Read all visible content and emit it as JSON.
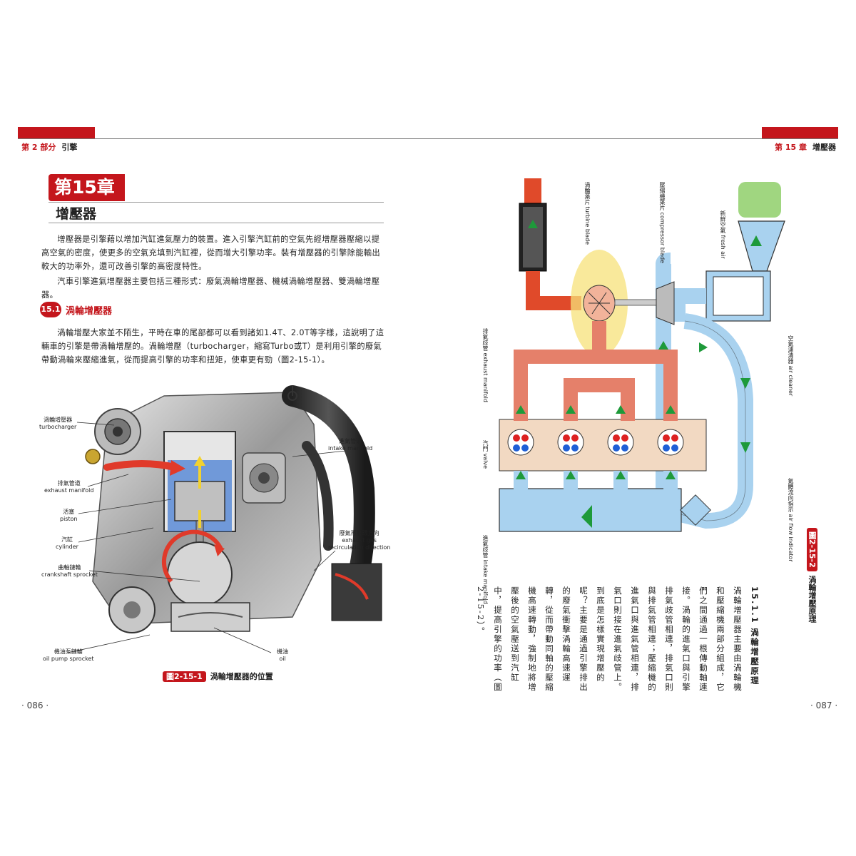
{
  "header": {
    "left_part": "第 2 部分",
    "left_title": "引擎",
    "right_chapter": "第 15 章",
    "right_title": "增壓器"
  },
  "chapter": {
    "number": "第15章",
    "title": "增壓器"
  },
  "intro": {
    "p1": "增壓器是引擎藉以增加汽缸進氣壓力的裝置。進入引擎汽缸前的空氣先經增壓器壓縮以提高空氣的密度，使更多的空氣充填到汽缸裡，從而增大引擎功率。裝有增壓器的引擎除能輸出較大的功率外，還可改善引擎的高密度特性。",
    "p2": "汽車引擎進氣增壓器主要包括三種形式：廢氣渦輪增壓器、機械渦輪增壓器、雙渦輪增壓器。"
  },
  "section": {
    "number": "15.1",
    "title": "渦輪增壓器",
    "text": "渦輪增壓大家並不陌生，平時在車的尾部都可以看到諸如1.4T、2.0T等字樣，這說明了這輛車的引擎是帶渦輪增壓的。渦輪增壓（turbocharger，縮寫Turbo或T）是利用引擎的廢氣帶動渦輪來壓縮進氣，從而提高引擎的功率和扭矩，使車更有勁（圖2-15-1）。"
  },
  "figure1": {
    "tag": "圖2-15-1",
    "caption": "渦輪增壓器的位置",
    "labels": {
      "turbo_zh": "渦輪增壓器",
      "turbo_en": "turbocharger",
      "intake_zh": "進氣管道",
      "intake_en": "intake manifold",
      "exhaust_zh": "排氣管道",
      "exhaust_en": "exhaust manifold",
      "piston_zh": "活塞",
      "piston_en": "piston",
      "cylinder_zh": "汽缸",
      "cylinder_en": "cylinder",
      "exhdir_zh": "廢氣再循環方向",
      "exhdir_en1": "exhaust gas",
      "exhdir_en2": "recirculation direction",
      "crank_zh": "曲軸鏈輪",
      "crank_en": "crankshaft sprocket",
      "oilpump_zh": "機油泵鏈輪",
      "oilpump_en": "oil pump sprocket",
      "oil_zh": "機油",
      "oil_en": "oil"
    }
  },
  "figure2": {
    "tag": "圖2-15-2",
    "caption": "渦輪增壓原理",
    "labels": {
      "turbine_zh": "渦輪葉片",
      "turbine_en": "turbine blade",
      "compressor_zh": "壓縮機葉片",
      "compressor_en": "compressor blade",
      "fresh_zh": "新鮮空氣",
      "fresh_en": "fresh air",
      "exhaust_zh": "排氣歧管",
      "exhaust_en": "exhaust manifold",
      "cleaner_zh": "空氣濾清器",
      "cleaner_en": "air cleaner",
      "valve_zh": "汽門",
      "valve_en": "valve",
      "flow_zh": "氣體流向指示",
      "flow_en": "air flow indicator",
      "intake_zh": "進氣歧管",
      "intake_en": "intake manifold"
    }
  },
  "subsection": {
    "number": "15.1.1",
    "title": "渦輪增壓原理",
    "text": "渦輪增壓器主要由渦輪機和壓縮機兩部分組成，它們之間通過一根傳動軸連接。渦輪的進氣口與引擎排氣歧管相連，排氣口則與排氣管相連；壓縮機的進氣口與進氣管相連，排氣口則接在進氣歧管上。到底是怎樣實現增壓的呢？主要是通過引擎排出的廢氣衝擊渦輪高速運轉，從而帶動同軸的壓縮機高速轉動，強制地將增壓後的空氣壓送到汽缸中，提高引擎的功率（圖2-15-2）。"
  },
  "pages": {
    "left": "· 086 ·",
    "right": "· 087 ·"
  }
}
